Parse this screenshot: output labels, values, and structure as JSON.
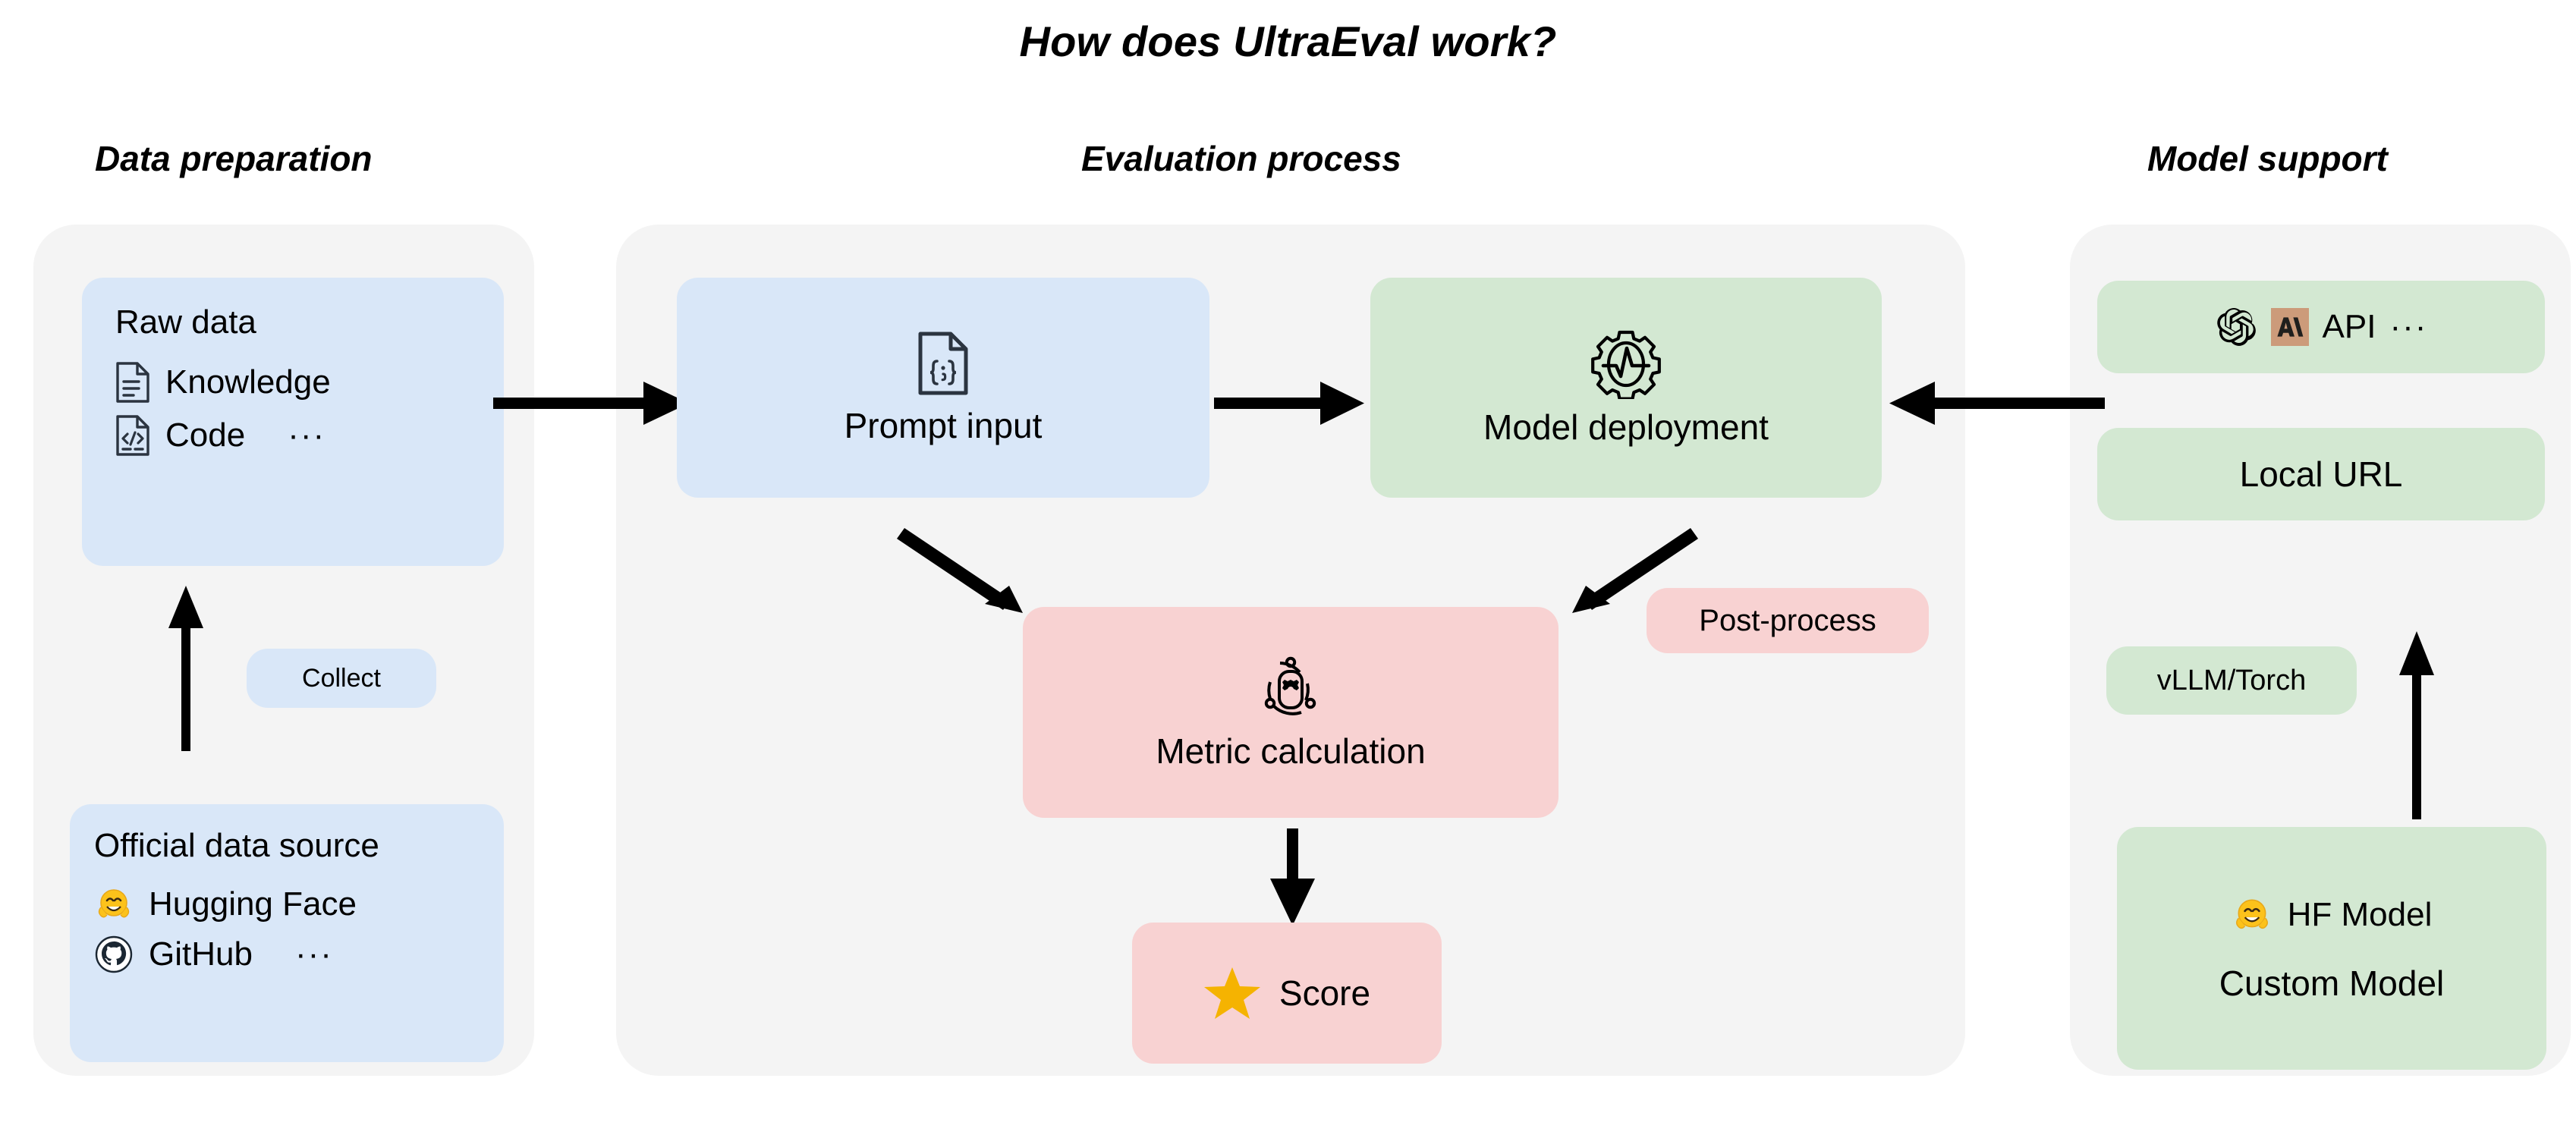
{
  "title": "How does UltraEval work?",
  "sections": [
    {
      "id": "data-preparation",
      "title": "Data preparation"
    },
    {
      "id": "evaluation-process",
      "title": "Evaluation process"
    },
    {
      "id": "model-support",
      "title": "Model support"
    }
  ],
  "data_preparation": {
    "raw_data": {
      "heading": "Raw data",
      "items": [
        {
          "icon": "document-icon",
          "label": "Knowledge",
          "ellipsis": ""
        },
        {
          "icon": "code-file-icon",
          "label": "Code",
          "ellipsis": "···"
        }
      ]
    },
    "collect_chip": "Collect",
    "official_source": {
      "heading": "Official data source",
      "items": [
        {
          "icon": "hugging-face-icon",
          "label": "Hugging Face",
          "ellipsis": ""
        },
        {
          "icon": "github-icon",
          "label": "GitHub",
          "ellipsis": "···"
        }
      ]
    }
  },
  "evaluation_process": {
    "prompt_input": {
      "label": "Prompt input",
      "icon": "json-file-icon"
    },
    "model_deployment": {
      "label": "Model deployment",
      "icon": "gear-pulse-icon"
    },
    "metric_calculation": {
      "label": "Metric calculation",
      "icon": "orbit-gear-icon"
    },
    "post_process_chip": "Post-process",
    "score": {
      "label": "Score",
      "icon": "star-icon"
    }
  },
  "model_support": {
    "api": {
      "label": "API",
      "ellipsis": "···",
      "icons": [
        "openai-icon",
        "anthropic-icon"
      ]
    },
    "local_url": {
      "label": "Local URL"
    },
    "backend_chip": "vLLM/Torch",
    "models": {
      "hf_model": {
        "icon": "hugging-face-icon",
        "label": "HF Model"
      },
      "custom_model": {
        "label": "Custom Model"
      }
    }
  },
  "colors": {
    "panel_bg": "#f4f4f4",
    "blue_node": "#d9e7f8",
    "green_node": "#d3e8d2",
    "pink_node": "#f8d2d2",
    "star": "#f5b301",
    "anthropic_badge": "#cc9b7a",
    "icon_stroke": "#2b3440",
    "arrow": "#000000"
  }
}
